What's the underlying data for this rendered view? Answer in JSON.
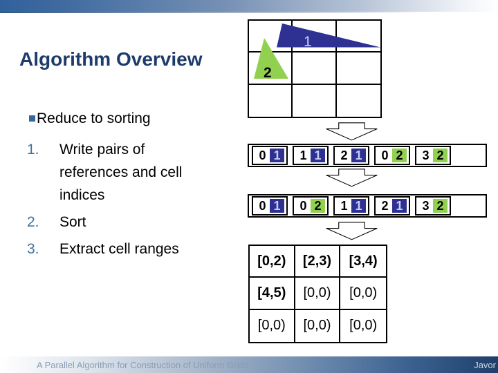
{
  "header": {
    "title": "Algorithm Overview"
  },
  "bullets": {
    "main": "Reduce to sorting"
  },
  "steps": [
    {
      "number": "1.",
      "lines": [
        "Write pairs of",
        "references and cell",
        "indices"
      ]
    },
    {
      "number": "2.",
      "lines": [
        "Sort"
      ]
    },
    {
      "number": "3.",
      "lines": [
        "Extract cell ranges"
      ]
    }
  ],
  "diagram": {
    "grid_triangles": [
      {
        "label": "1",
        "color": "#2E3192"
      },
      {
        "label": "2",
        "color": "#92D050"
      }
    ],
    "pairs_unsorted": [
      {
        "ref": "0",
        "cell": "1",
        "color": "blue"
      },
      {
        "ref": "1",
        "cell": "1",
        "color": "blue"
      },
      {
        "ref": "2",
        "cell": "1",
        "color": "blue"
      },
      {
        "ref": "0",
        "cell": "2",
        "color": "green"
      },
      {
        "ref": "3",
        "cell": "2",
        "color": "green"
      }
    ],
    "pairs_sorted": [
      {
        "ref": "0",
        "cell": "1",
        "color": "blue"
      },
      {
        "ref": "0",
        "cell": "2",
        "color": "green"
      },
      {
        "ref": "1",
        "cell": "1",
        "color": "blue"
      },
      {
        "ref": "2",
        "cell": "1",
        "color": "blue"
      },
      {
        "ref": "3",
        "cell": "2",
        "color": "green"
      }
    ],
    "ranges": [
      [
        "[0,2)",
        "[2,3)",
        "[3,4)"
      ],
      [
        "[4,5)",
        "[0,0)",
        "[0,0)"
      ],
      [
        "[0,0)",
        "[0,0)",
        "[0,0)"
      ]
    ]
  },
  "footer": {
    "left": "A Parallel Algorithm for Construction of Uniform Grids",
    "right": "Javor"
  },
  "colors": {
    "triangle_blue": "#2E3192",
    "triangle_green": "#92D050",
    "title_navy": "#1E3C6B",
    "list_number_blue": "#41719C",
    "topbar_blue": "#31619C",
    "footer_navy": "#1F3F6B"
  }
}
